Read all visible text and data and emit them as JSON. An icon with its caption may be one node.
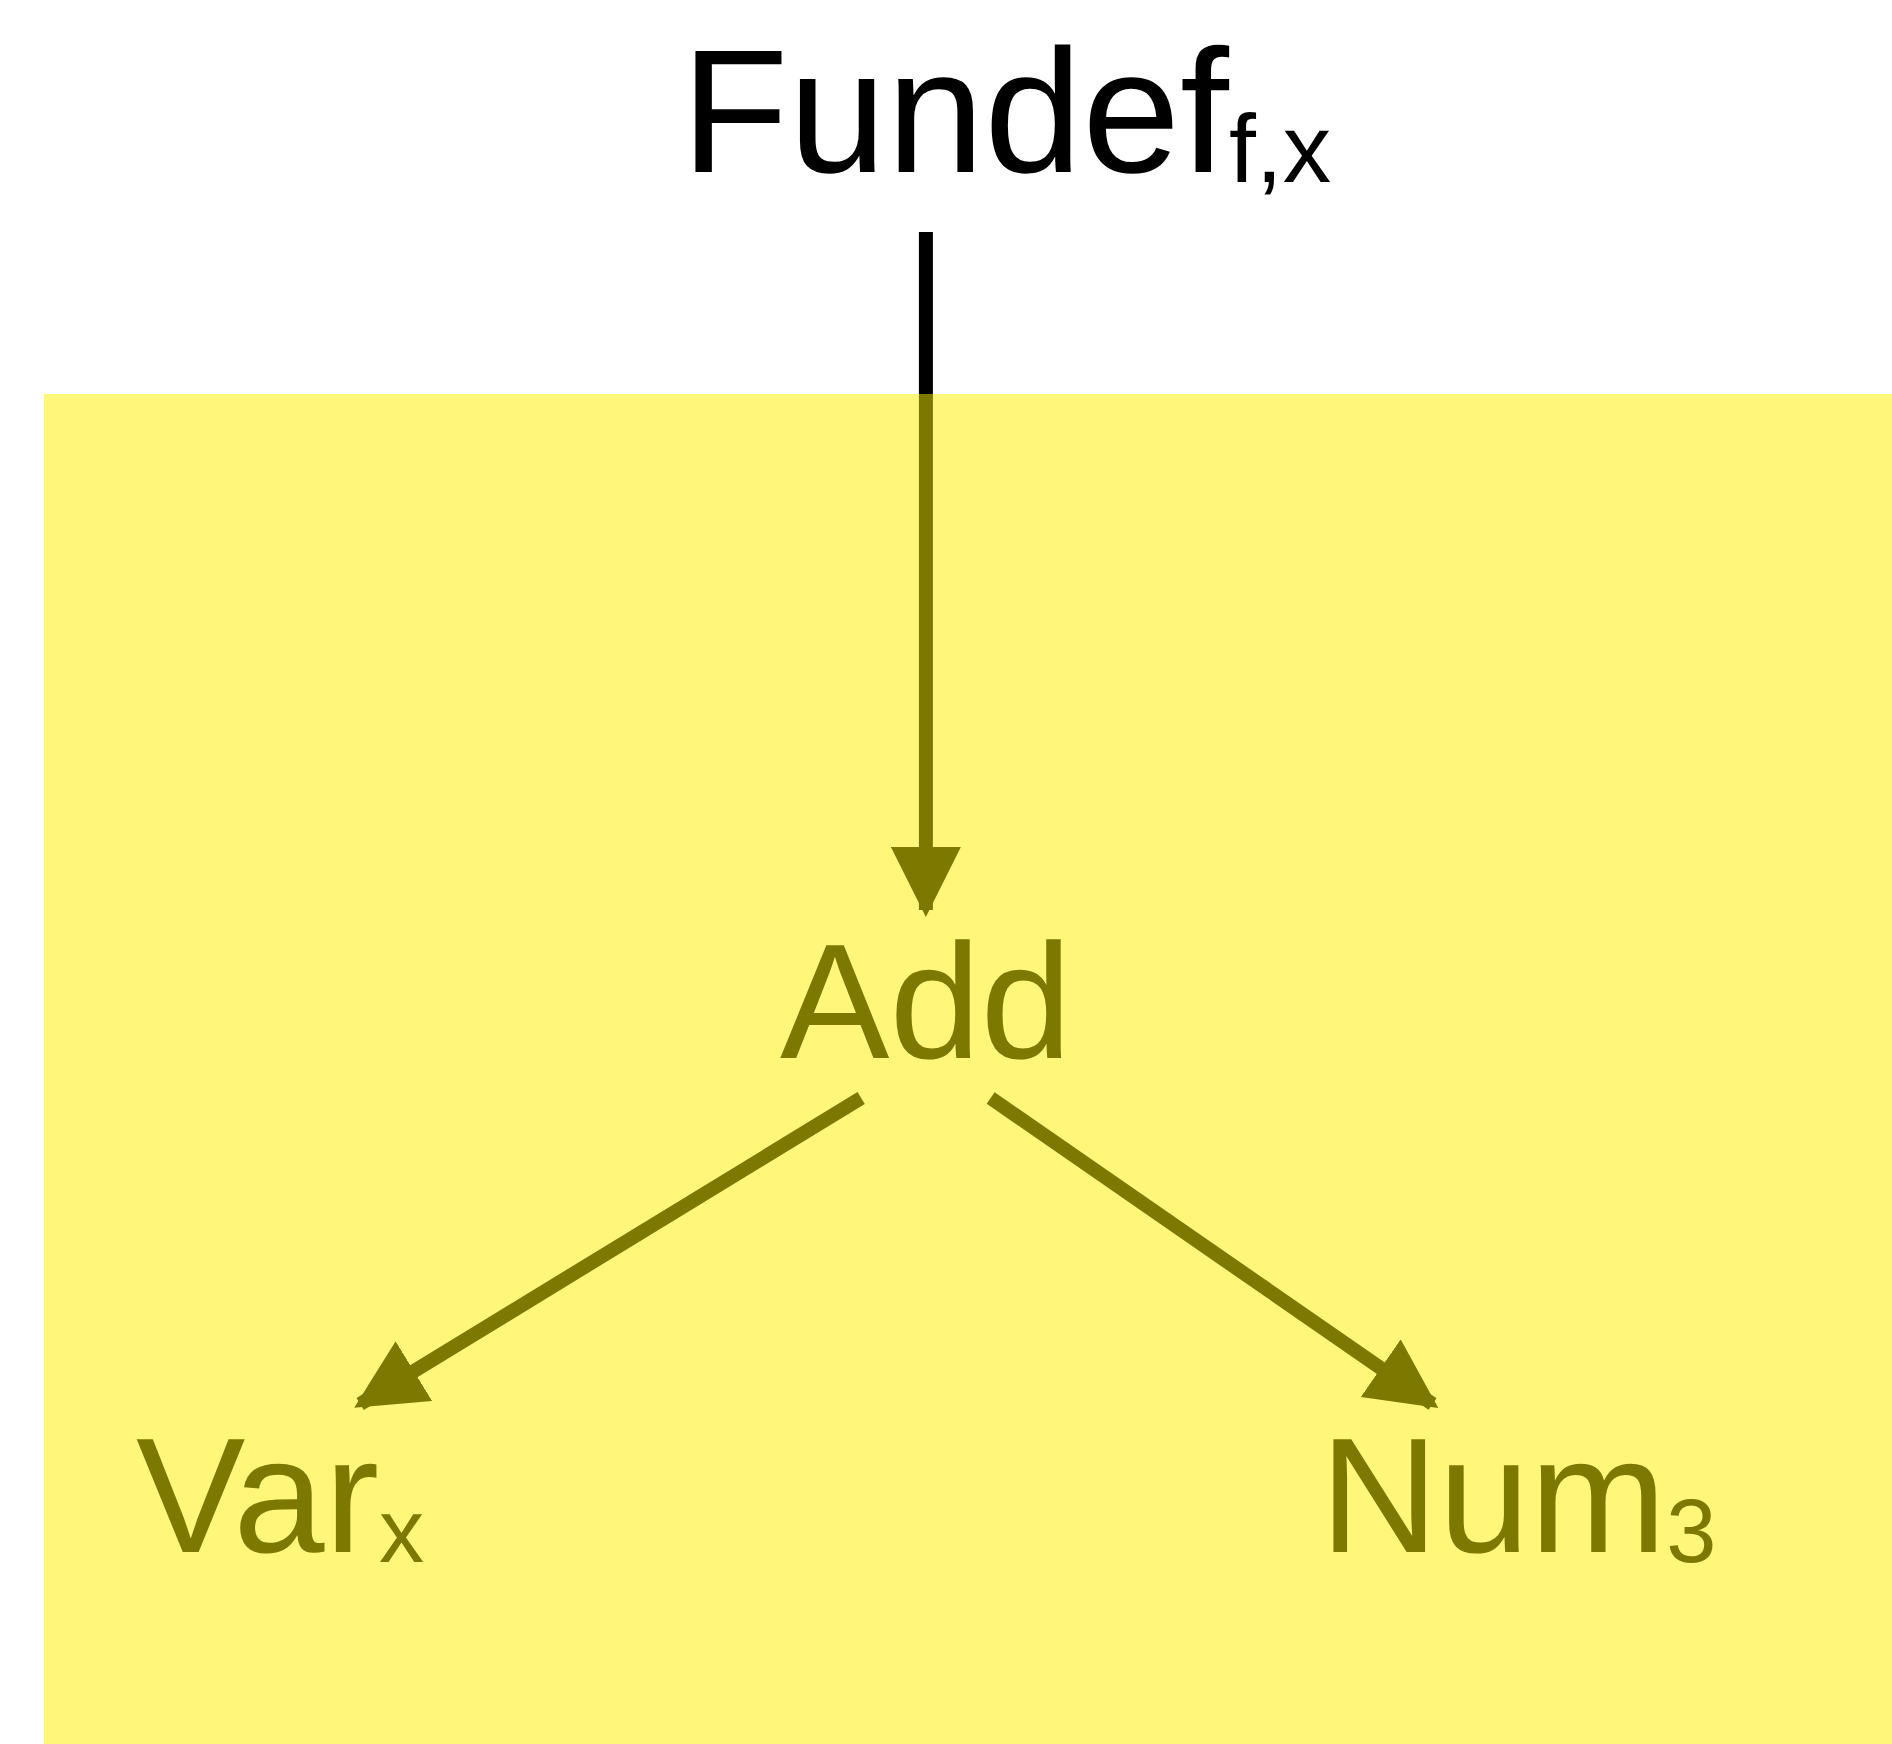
{
  "diagram": {
    "nodes": [
      {
        "text": [
          "Fundef$_{f,x}$"
        ]
      },
      {
        "text": [],
        "shape": "box"
      },
      {
        "text": [
          "Add"
        ],
        "in": 1
      },
      {
        "text": [
          "Var$_{x}$"
        ],
        "in": 1
      },
      {
        "text": [
          "Num$_{3}$"
        ],
        "in": 1
      }
    ],
    "edges": [
      {
        "from": 0,
        "to": 2,
        "arrow": "to"
      },
      {
        "from": 2,
        "to": 3,
        "arrow": "to"
      },
      {
        "from": 2,
        "to": 4,
        "arrow": "to"
      }
    ]
  }
}
